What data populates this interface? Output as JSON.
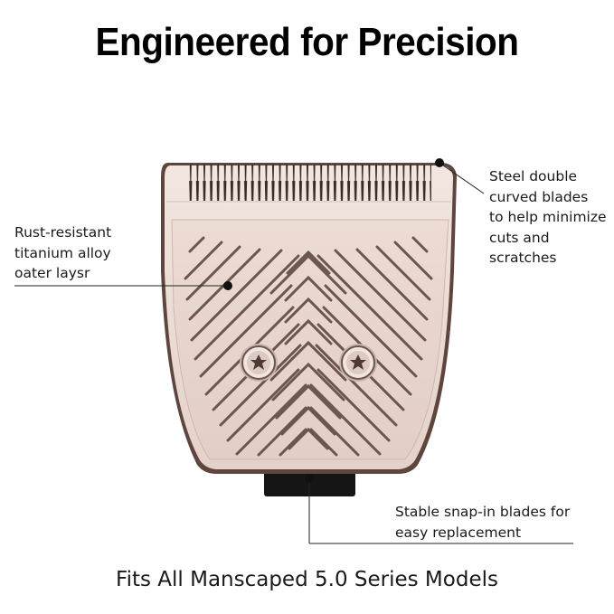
{
  "title": "Engineered for Precision",
  "annotations": {
    "top_right": [
      "Steel double",
      "curved blades",
      "to help minimize",
      "cuts and",
      "scratches"
    ],
    "left": [
      "Rust-resistant",
      "titanium alloy",
      "oater laysr"
    ],
    "bottom_right": [
      "Stable snap-in blades for",
      "easy replacement"
    ]
  },
  "footer": "Fits All Manscaped 5.0 Series Models",
  "colors": {
    "blade_face": "#e8d6ce",
    "blade_edge": "#6a5048",
    "annotation_line": "#222222",
    "base_block": "#151515"
  }
}
